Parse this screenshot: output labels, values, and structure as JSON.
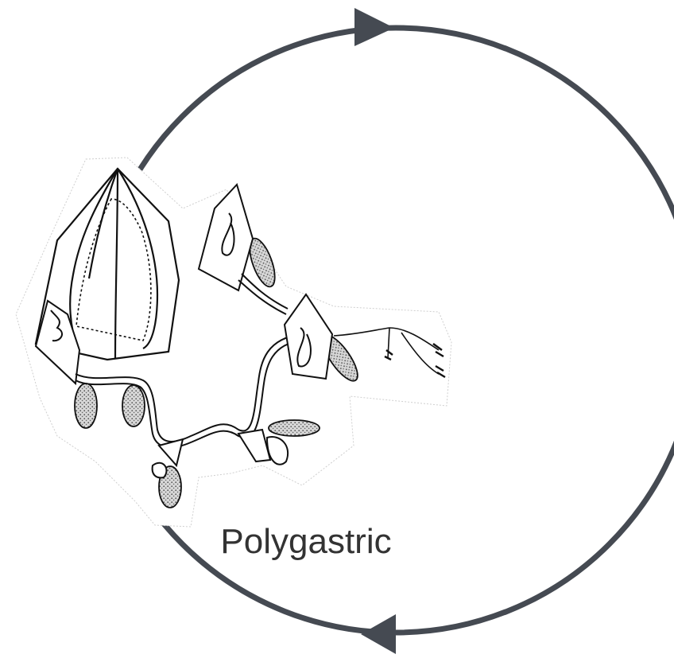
{
  "diagram": {
    "label": "Polygastric",
    "colors": {
      "cycle_ring": "#454a52",
      "arrow_heads": "#454a52",
      "specimen_outline": "#111111",
      "specimen_fill": "#ffffff",
      "label_text": "#333333",
      "stipple_fill": "#bdbdbd"
    },
    "cycle_direction": "clockwise",
    "illustration": "polygastric-colony-drawing"
  }
}
